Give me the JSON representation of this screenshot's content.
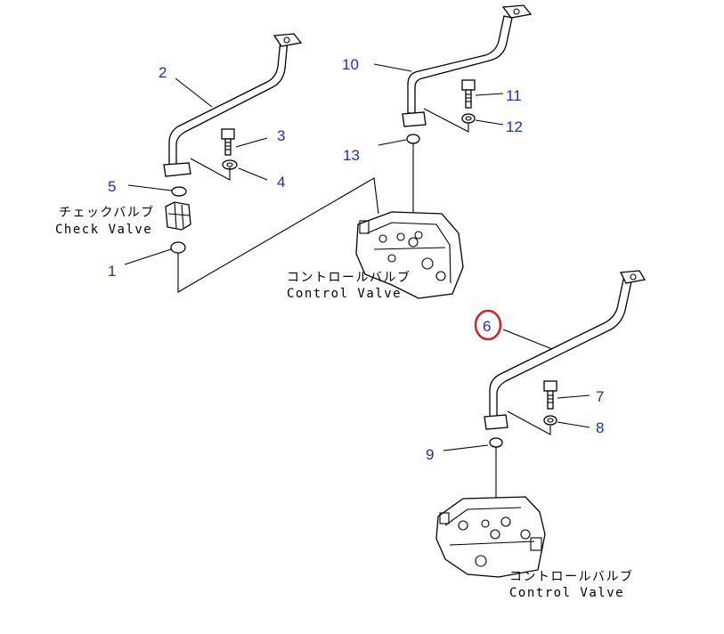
{
  "diagram": {
    "callouts": [
      {
        "id": "c2",
        "label": "2"
      },
      {
        "id": "c3",
        "label": "3"
      },
      {
        "id": "c4",
        "label": "4"
      },
      {
        "id": "c5",
        "label": "5"
      },
      {
        "id": "c1",
        "label": "1"
      },
      {
        "id": "c10",
        "label": "10"
      },
      {
        "id": "c11",
        "label": "11"
      },
      {
        "id": "c12",
        "label": "12"
      },
      {
        "id": "c13",
        "label": "13"
      },
      {
        "id": "c6",
        "label": "6",
        "highlighted": true
      },
      {
        "id": "c7",
        "label": "7"
      },
      {
        "id": "c8",
        "label": "8"
      },
      {
        "id": "c9",
        "label": "9"
      }
    ],
    "captions": {
      "check_valve_jp": "チェックバルブ",
      "check_valve_en": "Check Valve",
      "control_valve_1_jp": "コントロールバルブ",
      "control_valve_1_en": "Control Valve",
      "control_valve_2_jp": "コントロールバルブ",
      "control_valve_2_en": "Control Valve"
    },
    "colors": {
      "callout_text": "#1a2fb8",
      "highlight_ring": "#d42020",
      "line": "#000000"
    }
  }
}
